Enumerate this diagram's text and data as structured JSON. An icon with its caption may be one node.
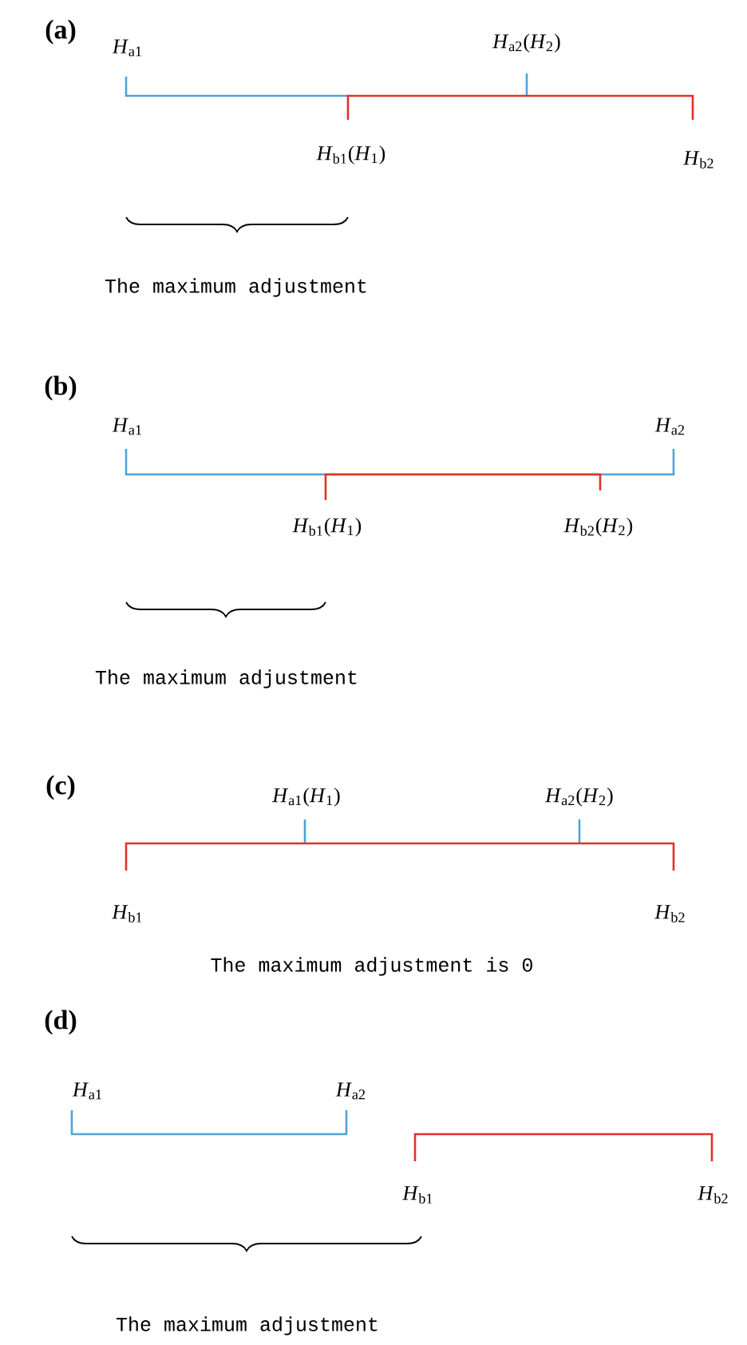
{
  "diagram": {
    "labels": [
      "(a)",
      "*H*$_{a1}$",
      "*H*$_{a2}$(*H*$_{2}$)",
      "*H*$_{b1}$(*H*$_{1}$)",
      "*H*$_{b2}$",
      "The maximum adjustment",
      "(b)",
      "*H*$_{a1}$",
      "*H*$_{a2}$",
      "*H*$_{b1}$(*H*$_{1}$)",
      "*H*$_{b2}$(*H*$_{2}$)",
      "The maximum adjustment",
      "(c)",
      "*H*$_{a1}$(*H*$_{1}$)",
      "*H*$_{a2}$(*H*$_{2}$)",
      "*H*$_{b1}$",
      "*H*$_{b2}$",
      "The maximum adjustment is 0",
      "(d)",
      "*H*$_{a1}$",
      "*H*$_{a2}$",
      "*H*$_{b1}$",
      "*H*$_{b2}$",
      "The maximum adjustment"
    ]
  }
}
